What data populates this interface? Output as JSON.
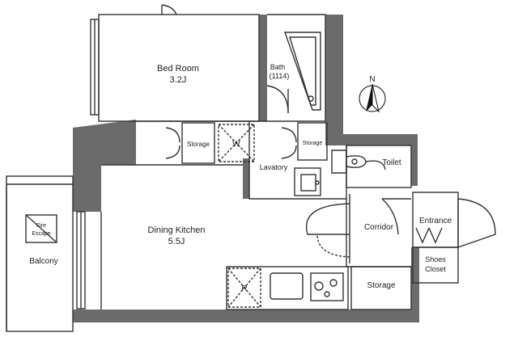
{
  "rooms": {
    "bedroom": {
      "name": "Bed Room",
      "size": "3.2J"
    },
    "bath": {
      "name": "Bath",
      "size": "(1114)"
    },
    "storage_bed": {
      "name": "Storage"
    },
    "wardrobe": {
      "name": "W"
    },
    "storage_lav": {
      "name": "Storage"
    },
    "lavatory": {
      "name": "Lavatory"
    },
    "toilet": {
      "name": "Toilet"
    },
    "dining": {
      "name": "Dining Kitchen",
      "size": "5.5J"
    },
    "corridor": {
      "name": "Corridor"
    },
    "entrance": {
      "name": "Entrance"
    },
    "shoes": {
      "name": "Shoes",
      "name2": "Closet"
    },
    "storage_entry": {
      "name": "Storage"
    },
    "balcony": {
      "name": "Balcony"
    },
    "fire_escape": {
      "line1": "Fire",
      "line2": "Escape"
    },
    "fridge": {
      "name": "R"
    }
  },
  "compass": {
    "north": "N"
  },
  "colors": {
    "wall": "#6b6b6b",
    "line": "#333333",
    "background": "#ffffff"
  }
}
